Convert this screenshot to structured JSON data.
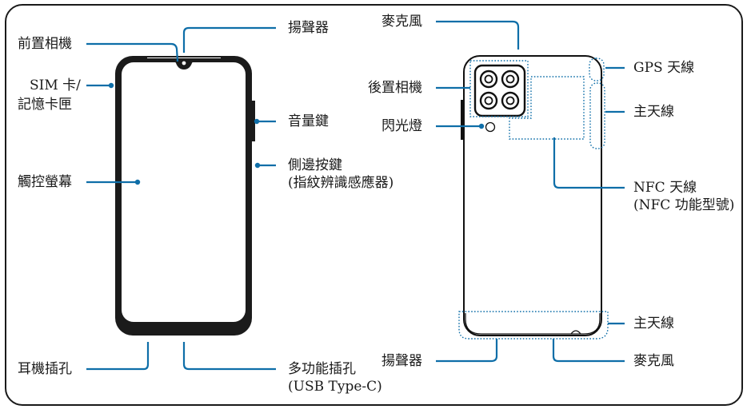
{
  "colors": {
    "line": "#0e6ea8",
    "outline": "#111111",
    "frame": "#1a1a1a"
  },
  "labels": {
    "front_camera": "前置相機",
    "sim_tray_1": "SIM 卡/",
    "sim_tray_2": "記憶卡匣",
    "touchscreen": "觸控螢幕",
    "earphone_jack": "耳機插孔",
    "speaker_top": "揚聲器",
    "volume_key": "音量鍵",
    "side_key_1": "側邊按鍵",
    "side_key_2": "(指紋辨識感應器)",
    "multipurpose_jack_1": "多功能插孔",
    "multipurpose_jack_2": "(USB Type-C)",
    "mic_top": "麥克風",
    "rear_camera": "後置相機",
    "flash": "閃光燈",
    "gps_antenna": "GPS 天線",
    "main_antenna_top": "主天線",
    "nfc_antenna_1": "NFC 天線",
    "nfc_antenna_2": "(NFC 功能型號)",
    "main_antenna_bottom": "主天線",
    "speaker_bottom": "揚聲器",
    "mic_bottom": "麥克風"
  }
}
